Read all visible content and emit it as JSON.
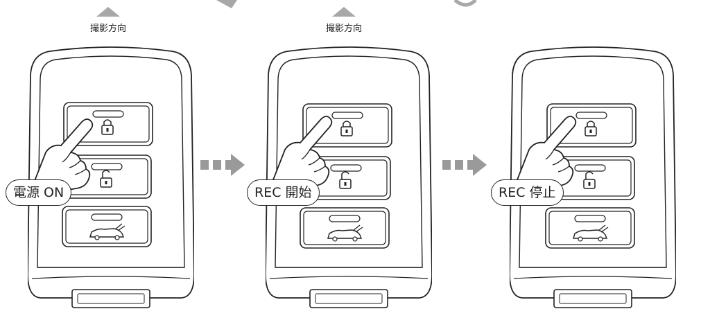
{
  "diagram": {
    "direction_label": "撮影方向",
    "steps": [
      {
        "label": "電源 ON"
      },
      {
        "label": "REC 開始"
      },
      {
        "label": "REC 停止"
      }
    ],
    "icons": {
      "direction_marker": "triangle-up-icon",
      "step_separator": "dotted-right-arrow-icon",
      "button_1": "padlock-closed-icon",
      "button_2": "padlock-open-icon",
      "button_3": "car-trunk-icon",
      "pointer": "pointing-hand-icon"
    },
    "colors": {
      "outline": "#222222",
      "direction_arrow": "#a8a8a8",
      "step_arrow": "#9a9a9a"
    }
  }
}
